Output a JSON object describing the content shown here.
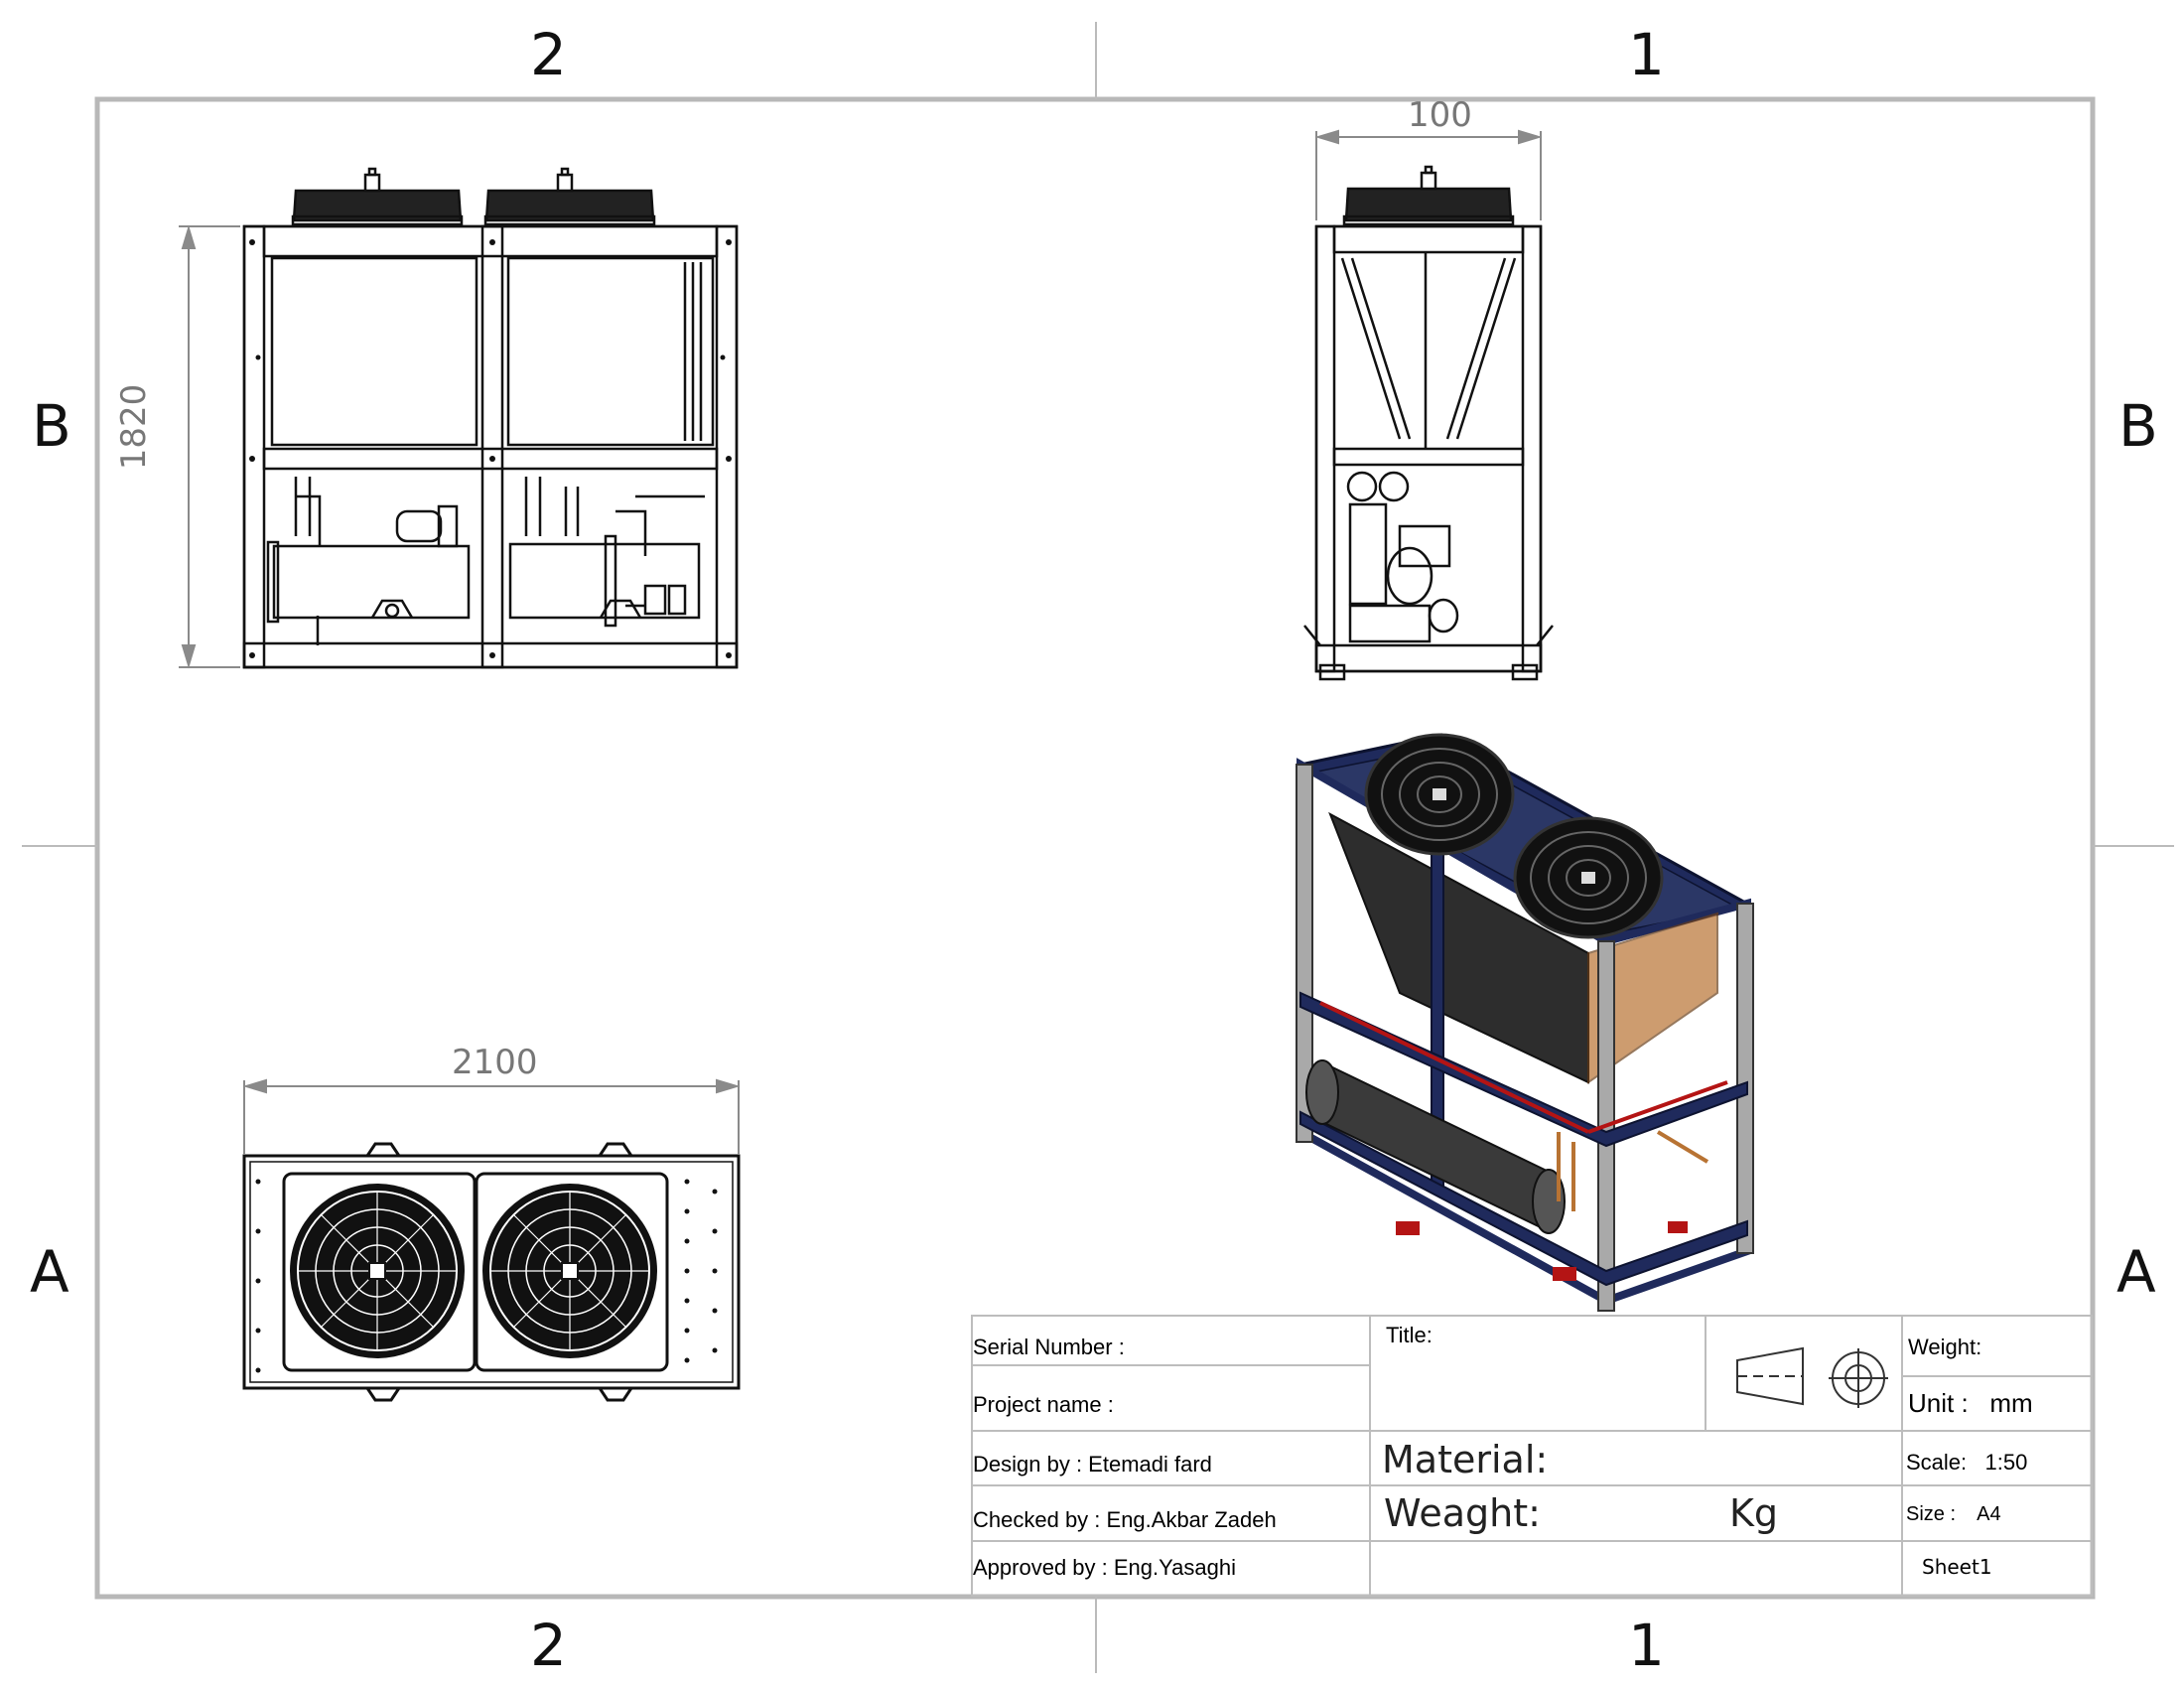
{
  "zones": {
    "top": [
      "2",
      "1"
    ],
    "bottom": [
      "2",
      "1"
    ],
    "left": [
      "B",
      "A"
    ],
    "right": [
      "B",
      "A"
    ]
  },
  "dimensions": {
    "front_height": "1820",
    "side_width": "100",
    "top_width": "2100"
  },
  "title_block": {
    "serial_number": "Serial Number :",
    "project_name": "Project name :",
    "design_by": "Design by :  Etemadi fard",
    "checked_by": "Checked by : Eng.Akbar Zadeh",
    "approved_by": "Approved by : Eng.Yasaghi",
    "title": "Title:",
    "material": "Material:",
    "weaght": "Weaght:",
    "weaght_unit": "Kg",
    "weight": "Weight:",
    "unit": "Unit :   mm",
    "scale": "Scale:   1:50",
    "size": "Size :    A4",
    "sheet": "Sheet1"
  },
  "icons": [
    "projection-symbol-icon",
    "crosshair-target-icon"
  ],
  "colors": {
    "border": "#b8b8b8",
    "line": "#111111",
    "dimension": "#8a8a8a",
    "frame_blue": "#1f2a5c",
    "frame_steel": "#a9a9a9",
    "accent_red": "#b41414",
    "copper": "#b87333"
  }
}
